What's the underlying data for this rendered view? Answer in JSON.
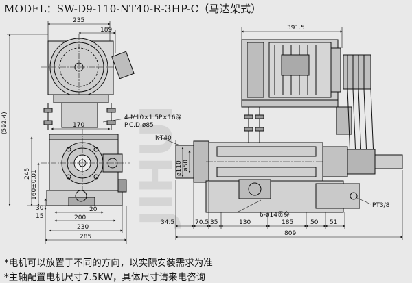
{
  "title": "MODEL：SW-D9-110-NT40-R-3HP-C（马达架式）",
  "watermark": "JIHUI",
  "notes": [
    "*电机可以放置于不同的方向，以实际安装需求为准",
    "*主轴配置电机尺寸7.5KW，具体尺寸请来电咨询"
  ],
  "dims": {
    "d235": "235",
    "d189": "189",
    "d391_5": "391.5",
    "d592_4": "(592.4)",
    "d170": "170",
    "bolt_spec": "4-M10×1.5P×16深",
    "pcd": "P.C.D.ø85",
    "nt40": "NT40",
    "d245": "245",
    "d160": "160±0.01",
    "d30": "30",
    "d15": "15",
    "d200_slot": "20",
    "d200": "200",
    "d230": "230",
    "d285": "285",
    "d110": "ø110",
    "d50": "ø50",
    "d34_5": "34.5",
    "d70_5": "70.5",
    "d35": "35",
    "d130": "130",
    "d185": "185",
    "d50b": "50",
    "d51": "51",
    "d809": "809",
    "holes": "6-ø14贯穿",
    "pt38": "PT3/8"
  }
}
